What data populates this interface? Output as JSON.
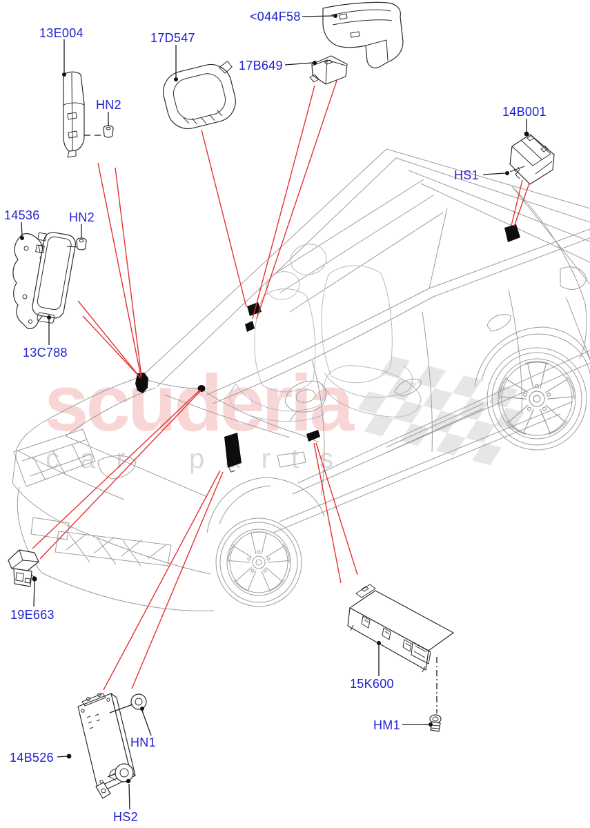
{
  "document": {
    "type": "vehicle-parts-exploded-diagram",
    "vehicle": "Land Rover Range Rover Evoque style SUV line drawing"
  },
  "watermark": {
    "brand": "scuderia",
    "sub_first": "car",
    "sub_second": "parts"
  },
  "colors": {
    "part_label_blue": "#2121cf",
    "leader_red": "#e53030",
    "sketch_gray": "#9b9b9b",
    "watermark_pink": "#f8d6d6",
    "watermark_gray": "#d9d9d9",
    "watermark_flag_gray": "#e2e2e2",
    "installed_part_black": "#0d0d0d"
  },
  "labels": [
    {
      "text": "13E004"
    },
    {
      "text": "17D547"
    },
    {
      "text": "<044F58"
    },
    {
      "text": "17B649"
    },
    {
      "text": "14B001"
    },
    {
      "text": "HS1"
    },
    {
      "text": "HN2"
    },
    {
      "text": "14536"
    },
    {
      "text": "HN2"
    },
    {
      "text": "13C788"
    },
    {
      "text": "19E663"
    },
    {
      "text": "15K600"
    },
    {
      "text": "HM1"
    },
    {
      "text": "14B526"
    },
    {
      "text": "HN1"
    },
    {
      "text": "HS2"
    }
  ]
}
